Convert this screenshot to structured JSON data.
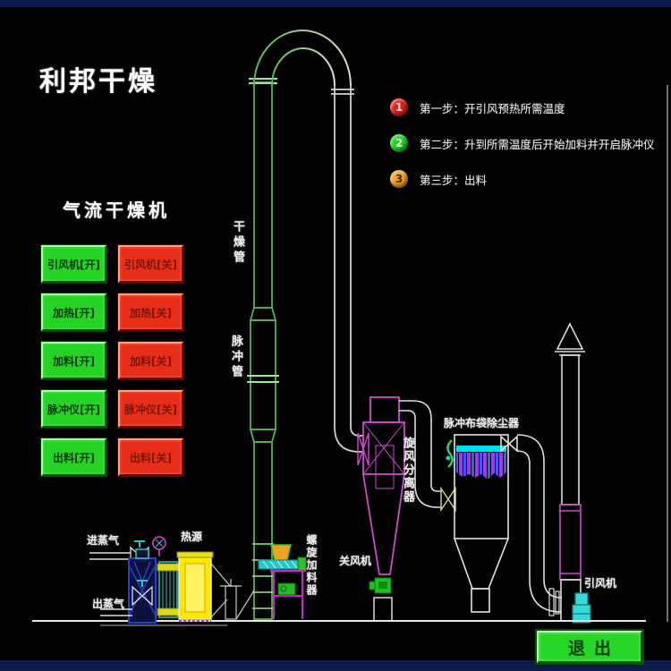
{
  "window": {
    "title": "利邦干燥",
    "subtitle": "气流干燥机"
  },
  "controls": {
    "on_color": "#24d324",
    "off_color": "#e62e18",
    "rows": [
      {
        "on": "引风机[开]",
        "off": "引风机[关]"
      },
      {
        "on": "加热[开]",
        "off": "加热[关]"
      },
      {
        "on": "加料[开]",
        "off": "加料[关]"
      },
      {
        "on": "脉冲仪[开]",
        "off": "脉冲仪[关]"
      },
      {
        "on": "出料[开]",
        "off": "出料[关]"
      }
    ]
  },
  "steps": [
    {
      "num": "1",
      "text": "第一步：开引风预热所需温度",
      "badge_color": "#e11b1b",
      "num_color": "#ffe2e2"
    },
    {
      "num": "2",
      "text": "第二步：升到所需温度后开始加料并开启脉冲仪",
      "badge_color": "#1ccf1c",
      "num_color": "#f0fff0"
    },
    {
      "num": "3",
      "text": "第三步：出料",
      "badge_color": "#eda21f",
      "num_color": "#4d2a00"
    }
  ],
  "equipment_labels": {
    "drying_pipe": "干燥管",
    "pulse_pipe": "脉冲管",
    "cyclone_separator": "旋风分离器",
    "dust_collector": "脉冲布袋除尘器",
    "rotary_airlock": "关风机",
    "screw_feeder": "螺旋加料器",
    "heat_source": "热源",
    "steam_in": "进蒸气",
    "steam_out": "出蒸气",
    "induced_draft_fan": "引风机"
  },
  "exit_button": {
    "label": "退出"
  },
  "colors": {
    "pipe_green": "#58b058",
    "pipe_white": "#dddddd",
    "cyclone_magenta": "#cf49cf",
    "bag_purple": "#9a3cf0",
    "bag_blue": "#4853f2",
    "cyan_bar": "#00dce8",
    "heater_yellow": "#ffe800",
    "hopper_orange": "#f2a21e",
    "fan_cyan": "#38d8d8"
  }
}
